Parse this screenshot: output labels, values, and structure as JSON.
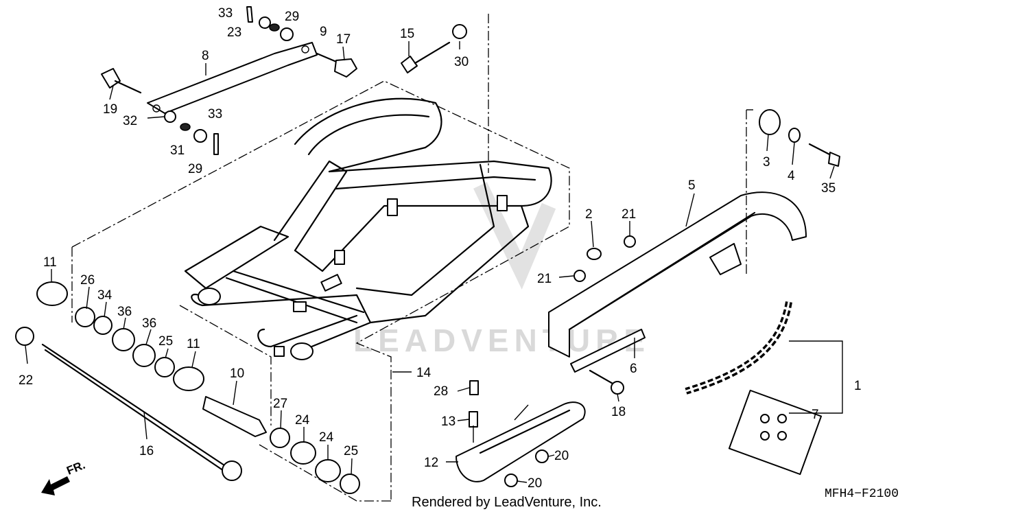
{
  "diagram": {
    "callouts": {
      "c1": "1",
      "c2": "2",
      "c3": "3",
      "c4": "4",
      "c5": "5",
      "c6": "6",
      "c7": "7",
      "c8": "8",
      "c9": "9",
      "c10": "10",
      "c11a": "11",
      "c11b": "11",
      "c12": "12",
      "c13": "13",
      "c14": "14",
      "c15": "15",
      "c16": "16",
      "c17": "17",
      "c18": "18",
      "c19": "19",
      "c20a": "20",
      "c20b": "20",
      "c21a": "21",
      "c21b": "21",
      "c22": "22",
      "c23": "23",
      "c24a": "24",
      "c24b": "24",
      "c25a": "25",
      "c25b": "25",
      "c26": "26",
      "c27": "27",
      "c28": "28",
      "c29a": "29",
      "c29b": "29",
      "c30": "30",
      "c31": "31",
      "c32": "32",
      "c33a": "33",
      "c33b": "33",
      "c34": "34",
      "c35": "35",
      "c36a": "36",
      "c36b": "36"
    },
    "direction_label": "FR.",
    "watermark": "LEADVENTURE",
    "footer": "Rendered by LeadVenture, Inc.",
    "diagram_code": "MFH4−F2100"
  }
}
